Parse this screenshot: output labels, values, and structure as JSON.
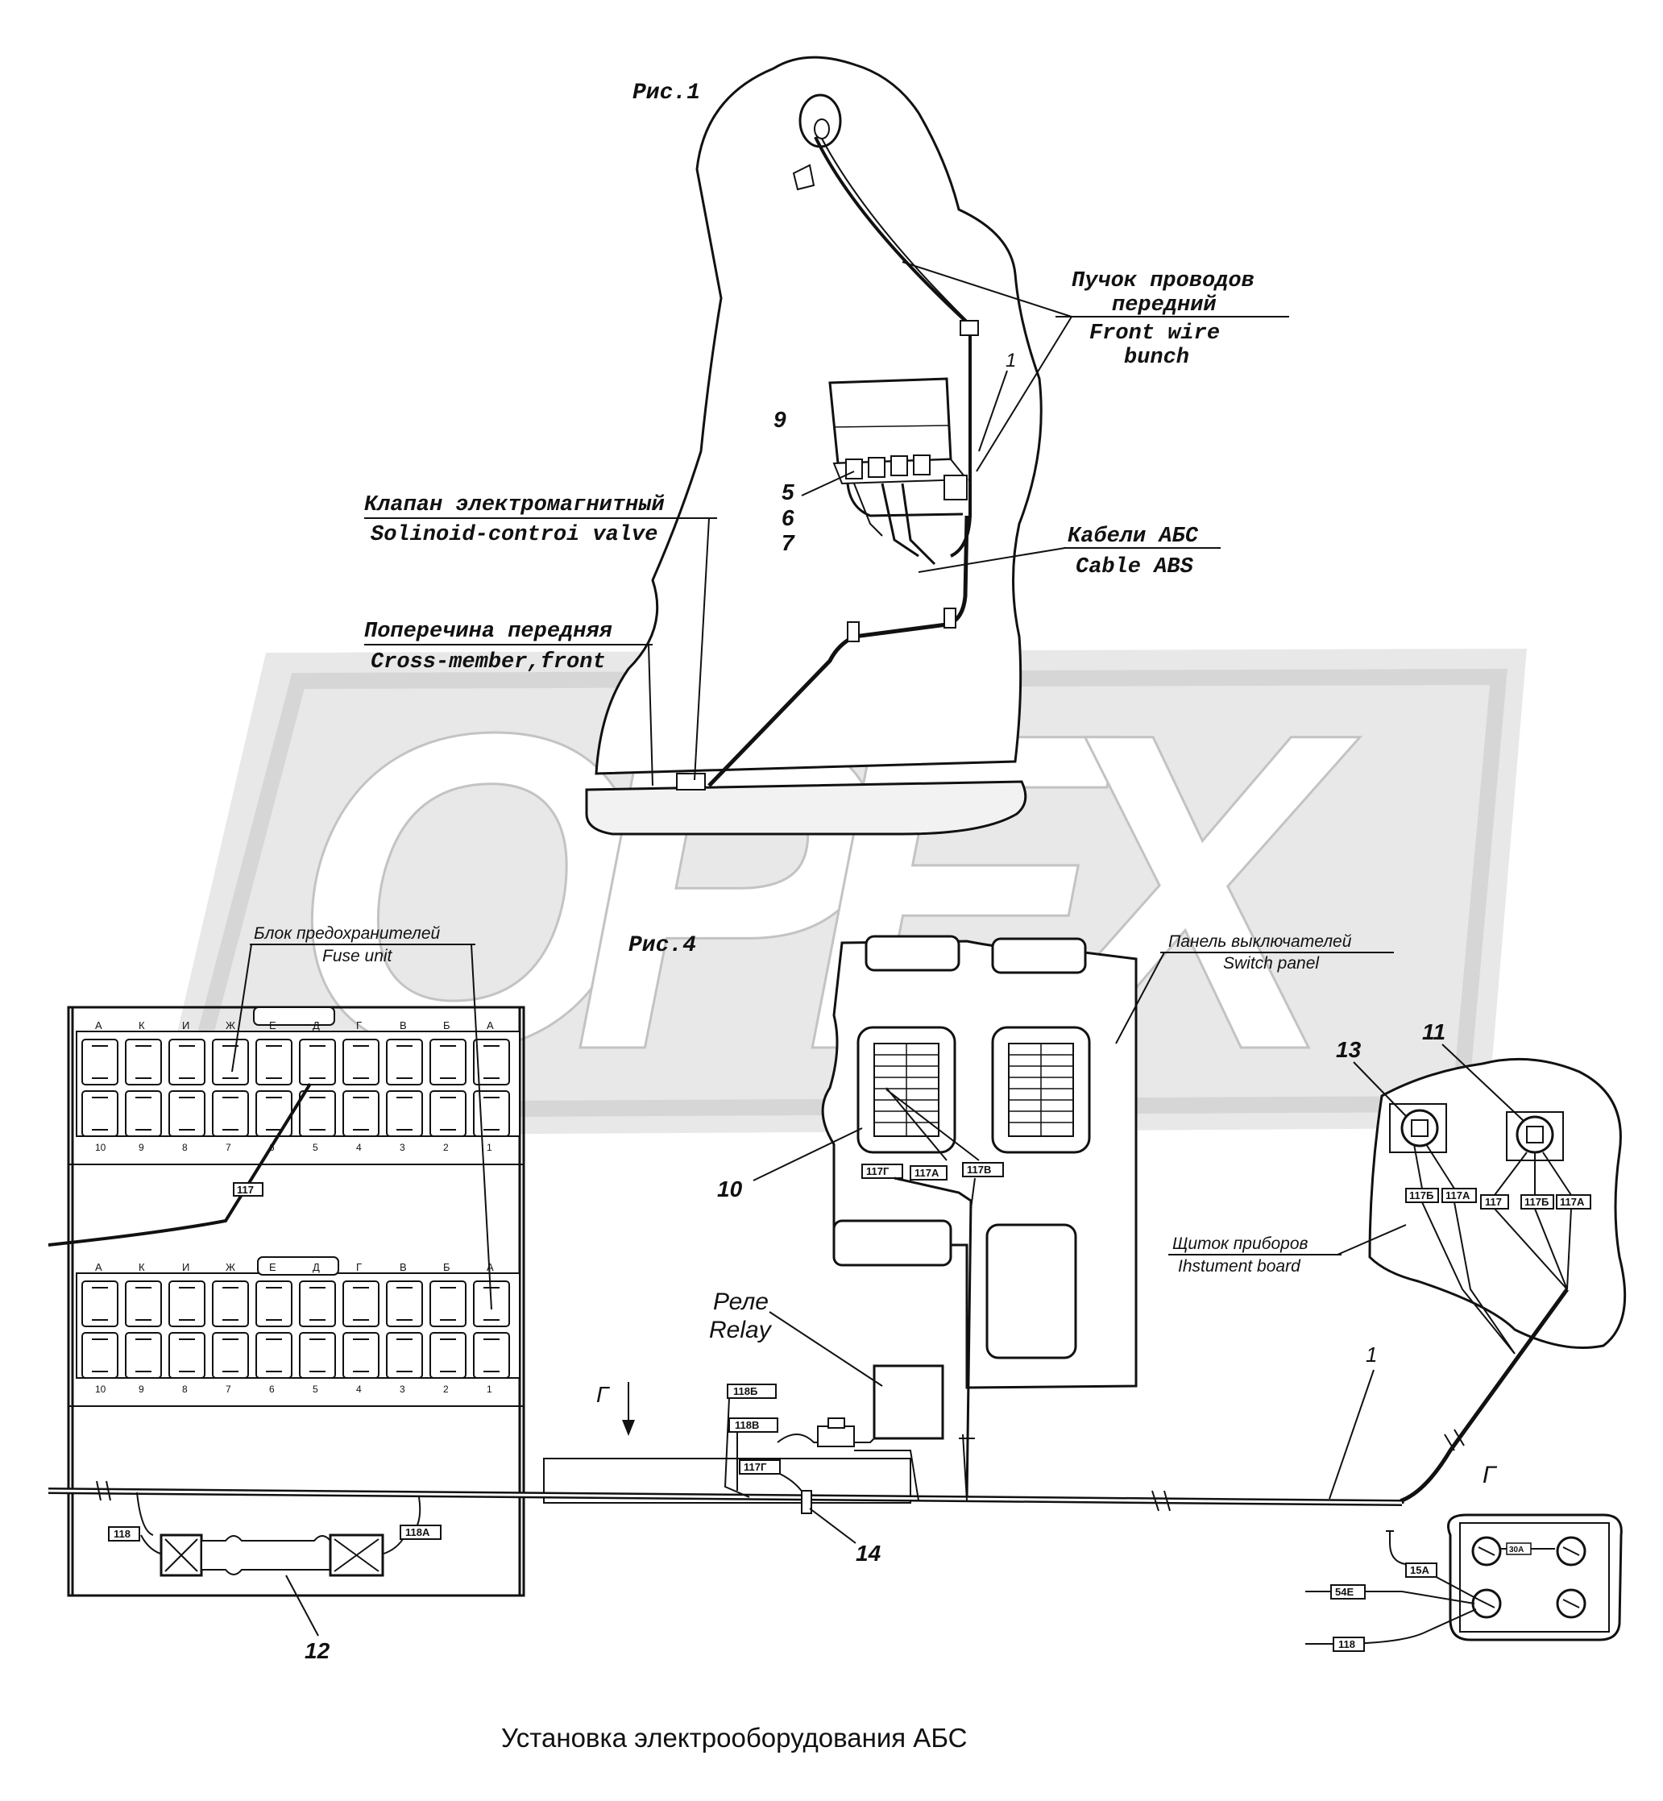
{
  "watermark": {
    "text": "OPEX"
  },
  "figures": {
    "fig1": "Рис.1",
    "fig4": "Рис.4"
  },
  "labels": {
    "front_wire_bunch": {
      "ru_1": "Пучок проводов",
      "ru_2": "передний",
      "en_1": "Front wire",
      "en_2": "bunch"
    },
    "solenoid_valve": {
      "ru": "Клапан электромагнитный",
      "en": "Solinoid-controi valve"
    },
    "cable_abs": {
      "ru": "Кабели АБС",
      "en": "Cable ABS"
    },
    "cross_member": {
      "ru": "Поперечина передняя",
      "en": "Cross-member,front"
    },
    "fuse_unit": {
      "ru": "Блок предохранителей",
      "en": "Fuse unit"
    },
    "switch_panel": {
      "ru": "Панель выключателей",
      "en": "Switch panel"
    },
    "instrument_board": {
      "ru": "Щиток приборов",
      "en": "Ihstument board"
    },
    "relay": {
      "ru": "Реле",
      "en": "Relay"
    },
    "view_g": "Г"
  },
  "callouts": {
    "n1": "1",
    "n1b": "1",
    "n5": "5",
    "n6": "6",
    "n7": "7",
    "n9": "9",
    "n10": "10",
    "n11": "11",
    "n12": "12",
    "n13": "13",
    "n14": "14"
  },
  "wire_tags": {
    "t117": "117",
    "t117g": "117Г",
    "t117a": "117А",
    "t117v": "117В",
    "t117b": "117Б",
    "t117a2": "117А",
    "t117c": "117",
    "t117b2": "117Б",
    "t117a3": "117А",
    "t118b": "118Б",
    "t118v": "118В",
    "t117g2": "117Г",
    "t118": "118",
    "t118a": "118А",
    "t15a": "15А",
    "t54e": "54Е",
    "t118c": "118",
    "t30a": "30А"
  },
  "fuse_letters": [
    "А",
    "К",
    "И",
    "Ж",
    "Е",
    "Д",
    "Г",
    "В",
    "Б",
    "А"
  ],
  "fuse_numbers_top": [
    "10",
    "9",
    "8",
    "7",
    "6",
    "5",
    "4",
    "3",
    "2",
    "1"
  ],
  "fuse_numbers_bottom": [
    "10",
    "9",
    "8",
    "7",
    "6",
    "5",
    "4",
    "3",
    "2",
    "1"
  ],
  "caption": "Установка электрооборудования АБС"
}
